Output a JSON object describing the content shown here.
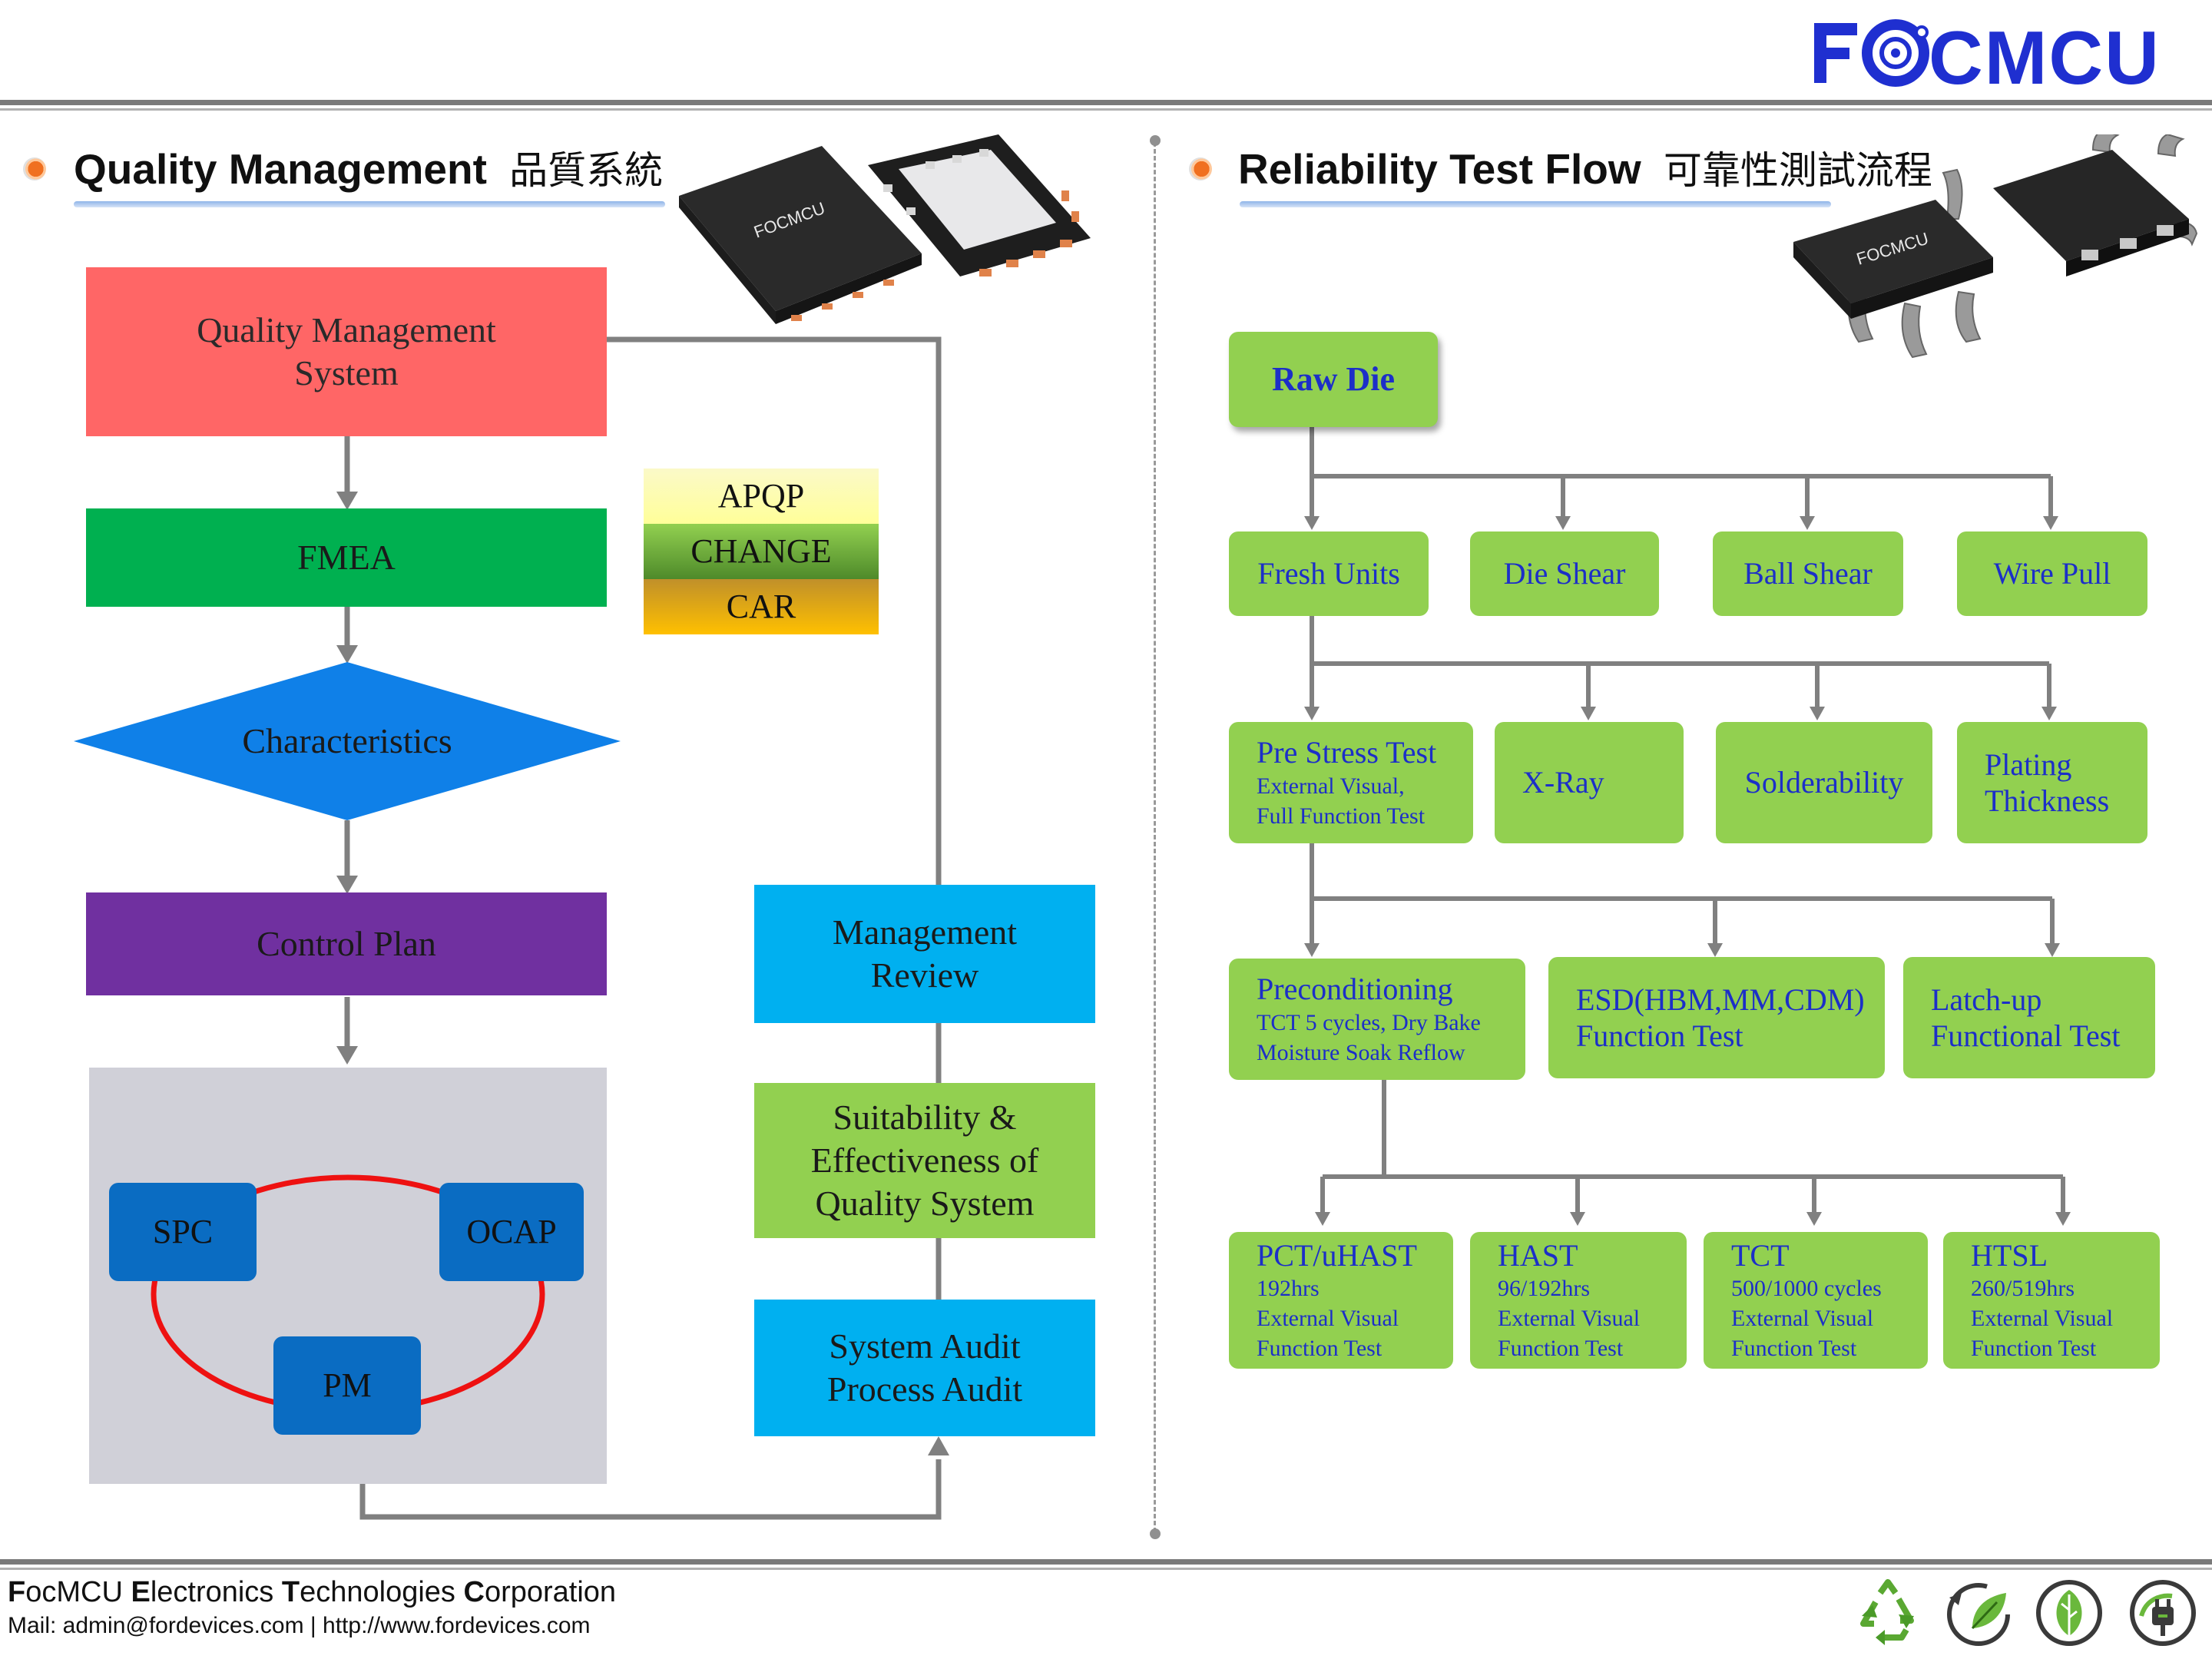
{
  "brand": {
    "logo_text": "FOCMCU",
    "chip_label": "FOCMCU",
    "color": "#1f2fd0"
  },
  "left": {
    "title": "Quality Management",
    "title_cn": "品質系統",
    "qms": "Quality Management System",
    "fmea": "FMEA",
    "characteristics": "Characteristics",
    "control_plan": "Control Plan",
    "spc": "SPC",
    "ocap": "OCAP",
    "pm": "PM",
    "stack": [
      "APQP",
      "CHANGE",
      "CAR"
    ],
    "management_review": "Management Review",
    "suitability": "Suitability & Effectiveness of Quality System",
    "audit_1": "System Audit",
    "audit_2": "Process Audit"
  },
  "right": {
    "title": "Reliability Test Flow",
    "title_cn": "可靠性測試流程",
    "raw_die": "Raw Die",
    "row1": [
      "Fresh Units",
      "Die Shear",
      "Ball Shear",
      "Wire Pull"
    ],
    "row2": {
      "pre_stress": {
        "main": "Pre Stress Test",
        "sub1": "External Visual,",
        "sub2": "Full Function Test"
      },
      "xray": "X-Ray",
      "solderability": "Solderability",
      "plating_1": "Plating",
      "plating_2": "Thickness"
    },
    "row3": {
      "precond": {
        "main": "Preconditioning",
        "sub1": "TCT 5 cycles, Dry Bake",
        "sub2": "Moisture Soak Reflow"
      },
      "esd_1": "ESD(HBM,MM,CDM)",
      "esd_2": "Function Test",
      "latch_1": "Latch-up",
      "latch_2": "Functional Test"
    },
    "row4": [
      {
        "main": "PCT/uHAST",
        "l1": "192hrs",
        "l2": "External Visual",
        "l3": "Function Test"
      },
      {
        "main": "HAST",
        "l1": "96/192hrs",
        "l2": "External Visual",
        "l3": "Function Test"
      },
      {
        "main": "TCT",
        "l1": "500/1000 cycles",
        "l2": "External Visual",
        "l3": "Function Test"
      },
      {
        "main": "HTSL",
        "l1": "260/519hrs",
        "l2": "External Visual",
        "l3": "Function Test"
      }
    ]
  },
  "footer": {
    "company": [
      {
        "b": "F",
        "r": "ocMCU "
      },
      {
        "b": "E",
        "r": "lectronics "
      },
      {
        "b": "T",
        "r": "echnologies "
      },
      {
        "b": "C",
        "r": "orporation"
      }
    ],
    "contact": "Mail: admin@fordevices.com | http://www.fordevices.com",
    "icons": [
      "recycle-icon",
      "leaf-cycle-icon",
      "eco-leaf-icon",
      "green-plug-icon"
    ]
  },
  "colors": {
    "qms": "#ff6666",
    "fmea": "#00b050",
    "characteristics": "#0f80e8",
    "control_plan": "#7030a0",
    "cycle_bg": "#d0d0d8",
    "cycle_box": "#0a6cc2",
    "blue_box": "#00b0f0",
    "green_box": "#92d050",
    "flow_text": "#1c2fc8"
  }
}
